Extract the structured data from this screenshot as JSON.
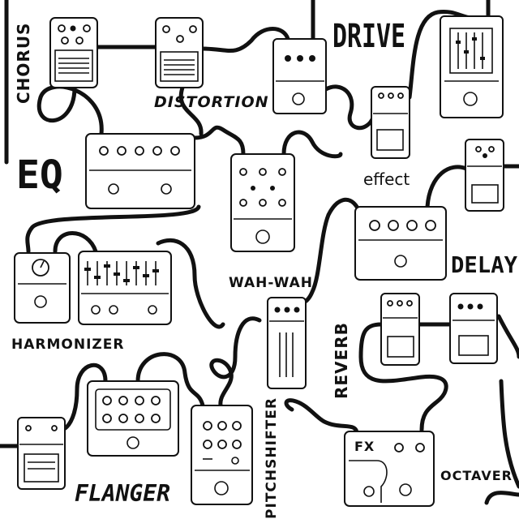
{
  "labels": {
    "chorus": "CHORUS",
    "distortion": "DISTORTION",
    "drive": "DRIVE",
    "eq": "EQ",
    "effect": "effect",
    "delay": "DELAY",
    "wah_wah": "WAH-WAH",
    "harmonizer": "HARMONIZER",
    "reverb": "REVERB",
    "flanger": "FLANGER",
    "pitchshifter": "PITCHSHIFTER",
    "octaver": "OCTAVER",
    "fx": "FX"
  },
  "colors": {
    "ink": "#111111",
    "paper": "#ffffff"
  }
}
